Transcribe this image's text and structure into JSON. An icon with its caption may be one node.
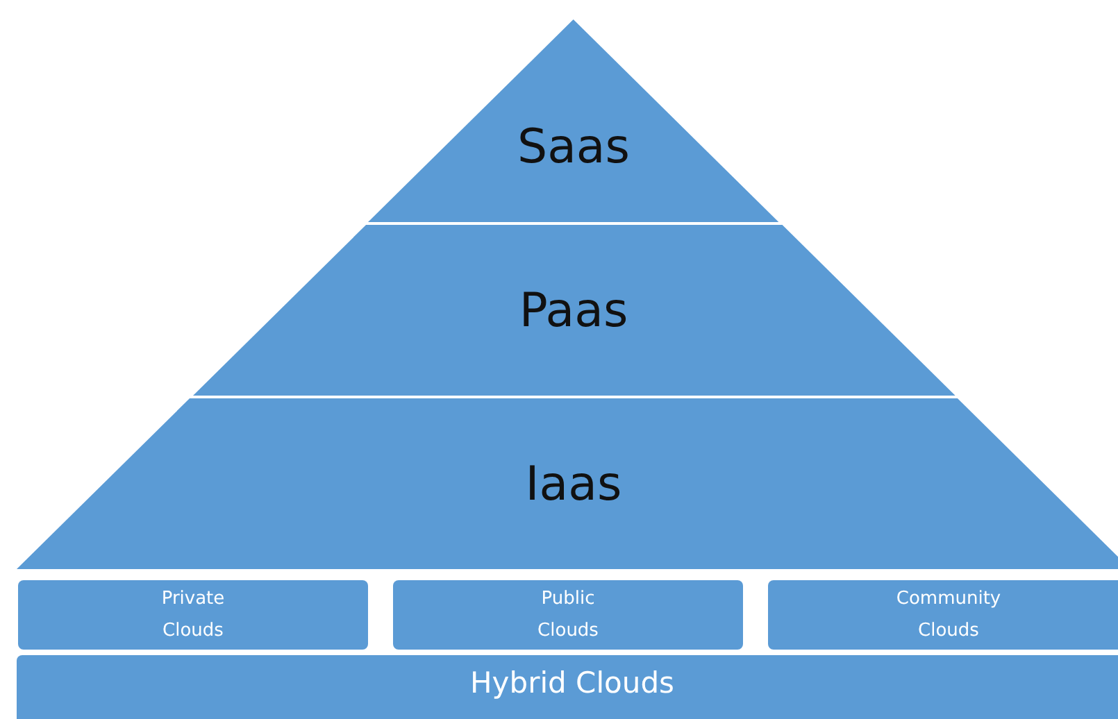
{
  "diagram": {
    "nodes": [
      {
        "text": [
          "Saas"
        ]
      },
      {
        "text": [
          "Paas"
        ]
      },
      {
        "text": [
          "Iaas"
        ]
      },
      {
        "text": [
          "Private Clouds"
        ]
      },
      {
        "text": [
          "Public Clouds"
        ]
      },
      {
        "text": [
          "Community Clouds"
        ]
      },
      {
        "text": [
          "Hybrid Clouds"
        ]
      }
    ]
  }
}
